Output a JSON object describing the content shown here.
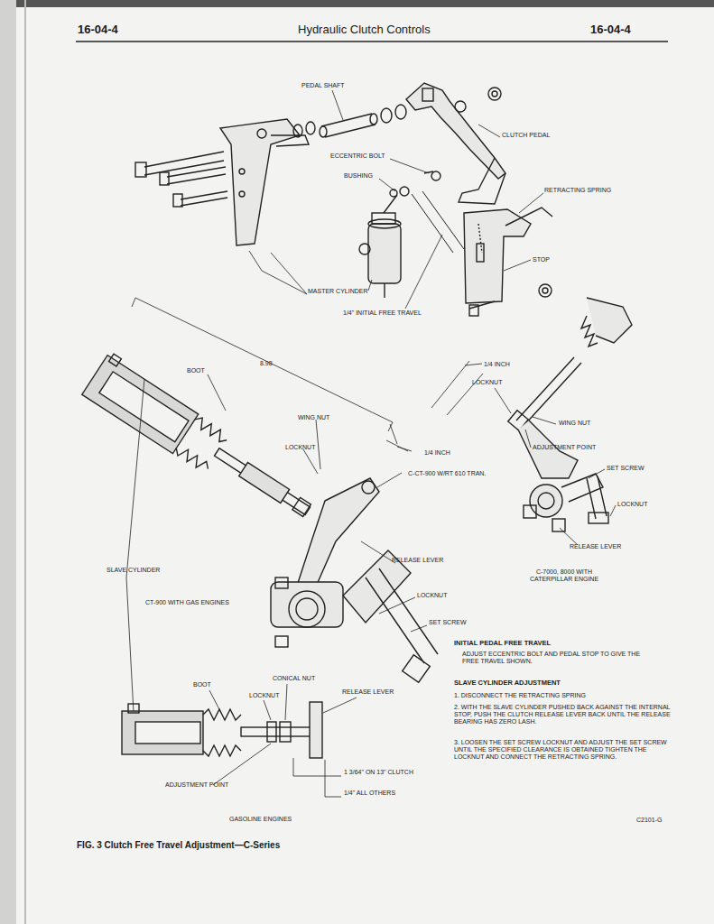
{
  "diagram": {
    "title": "Hydraulic Clutch Controls",
    "caption": "FIG. 3 Clutch Free Travel Adjustment—C-Series",
    "labels": [
      "16-04-4",
      "16-04-4",
      "PEDAL SHAFT",
      "CLUTCH PEDAL",
      "ECCENTRIC BOLT",
      "BUSHING",
      "RETRACTING SPRING",
      "STOP",
      "MASTER CYLINDER",
      "1/4\" INITIAL FREE TRAVEL",
      "8.98",
      "BOOT",
      "1/4 INCH",
      "LOCKNUT",
      "WING NUT",
      "WING NUT",
      "LOCKNUT",
      "ADJUSTMENT POINT",
      "1/4 INCH",
      "C-CT-900 W/RT 610 TRAN.",
      "SET SCREW",
      "LOCKNUT",
      "RELEASE LEVER",
      "RELEASE LEVER",
      "C-7000, 8000 WITH CATERPILLAR ENGINE",
      "SLAVE CYLINDER",
      "LOCKNUT",
      "CT-900 WITH GAS ENGINES",
      "SET SCREW",
      "INITIAL PEDAL FREE TRAVEL",
      "ADJUST ECCENTRIC BOLT AND PEDAL STOP TO GIVE THE FREE TRAVEL SHOWN.",
      "SLAVE CYLINDER ADJUSTMENT",
      "CONICAL NUT",
      "BOOT",
      "1. DISCONNECT THE RETRACTING SPRING",
      "LOCKNUT",
      "RELEASE LEVER",
      "2. WITH THE SLAVE CYLINDER PUSHED BACK AGAINST THE INTERNAL STOP, PUSH THE CLUTCH RELEASE LEVER BACK UNTIL THE RELEASE BEARING HAS ZERO LASH.",
      "3. LOOSEN THE SET SCREW LOCKNUT AND ADJUST THE SET SCREW UNTIL THE SPECIFIED CLEARANCE IS OBTAINED TIGHTEN THE LOCKNUT AND CONNECT THE RETRACTING SPRING.",
      "1 3/64\" ON 13\" CLUTCH",
      "ADJUSTMENT POINT",
      "1/4\" ALL OTHERS",
      "GASOLINE ENGINES",
      "C2101-G"
    ]
  }
}
